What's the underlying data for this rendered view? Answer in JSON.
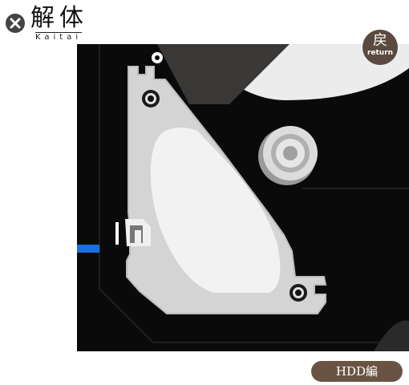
{
  "header": {
    "title": "解体",
    "subtitle": "Kaitai",
    "icon": "close-circle-icon"
  },
  "return_button": {
    "kanji": "戻",
    "label": "return"
  },
  "section_button": {
    "label": "HDD編"
  },
  "colors": {
    "background": "#ffffff",
    "scene_bg": "#0a0a0a",
    "arm_gray": "#d4d4d4",
    "button_brown": "#6b5344",
    "return_brown": "#5a4a3f",
    "indicator_blue": "#1a6fe0"
  }
}
